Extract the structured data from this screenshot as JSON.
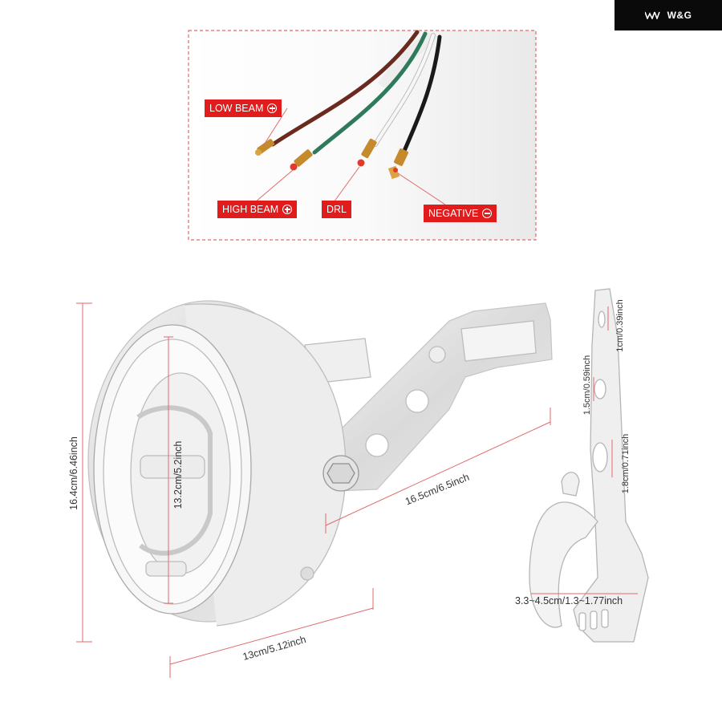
{
  "brand": {
    "name": "W&G"
  },
  "wiring": {
    "low_beam": "LOW BEAM",
    "high_beam": "HIGH BEAM",
    "drl": "DRL",
    "negative": "NEGATIVE",
    "positive_icon": "plus-circle-icon",
    "negative_icon": "minus-circle-icon"
  },
  "dimensions": {
    "height": "16.4cm/6.46inch",
    "lens": "13.2cm/5.2inch",
    "depth": "13cm/5.12inch",
    "bracket": "16.5cm/6.5inch",
    "slot_1": "1cm/0.39inch",
    "slot_2": "1.5cm/0.59inch",
    "slot_3": "1.8cm/0.71inch",
    "clamp": "3.3~4.5cm/1.3~1.77inch"
  },
  "colors": {
    "label_red": "#e01c1c",
    "wire_brown": "#6b2a1e",
    "wire_green": "#2f7a5a",
    "wire_white": "#f4f4f4",
    "wire_black": "#1a1a1a",
    "outline_red": "#e06a6a",
    "metal": "#c9c9c9"
  }
}
